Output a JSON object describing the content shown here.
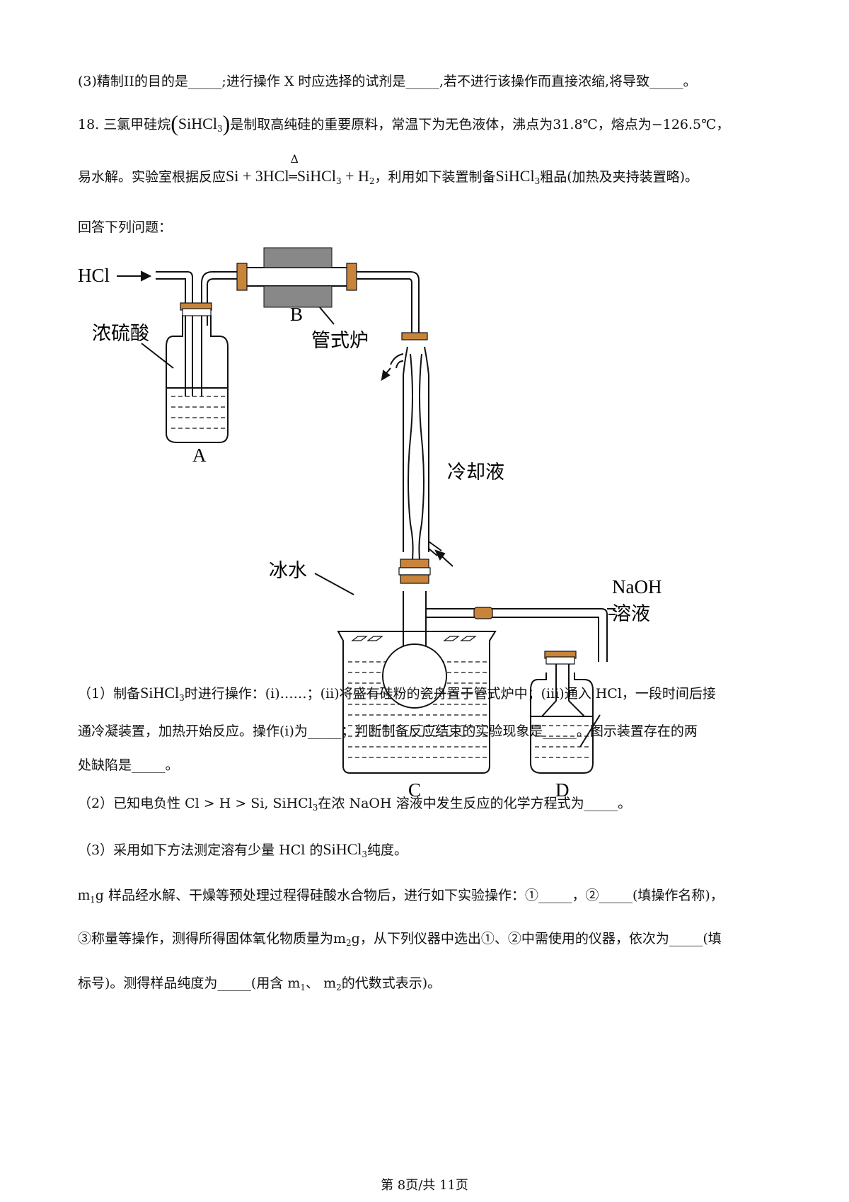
{
  "lines": {
    "l1": "(3)精制II的目的是_____;进行操作 X 时应选择的试剂是_____,若不进行该操作而直接浓缩,将导致_____。",
    "l2a": "18. 三氯甲硅烷",
    "l2f": "SiHCl",
    "l2b": "是制取高纯硅的重要原料，常温下为无色液体，沸点为31.8℃，熔点为−126.5℃，",
    "l3a": "易水解。实验室根据反应",
    "l3eq1": "Si + 3HCl",
    "l3delta": "Δ",
    "l3eq2": "SiHCl",
    "l3eq3": " + H",
    "l3b": "，利用如下装置制备",
    "l3f": "SiHCl",
    "l3c": "粗品(加热及夹持装置略)。",
    "l4": "回答下列问题：",
    "q1a": "（1）制备",
    "q1f": "SiHCl",
    "q1b": "时进行操作：(i)……；(ii)将盛有硅粉的瓷舟置于管式炉中；(iii)通入 HCl，一段时间后接",
    "q1c": "通冷凝装置，加热开始反应。操作(i)为_____；判断制备反应结束的实验现象是_____。图示装置存在的两",
    "q1d": "处缺陷是_____。",
    "q2a": "（2）已知电负性 Cl > H > Si, SiHCl",
    "q2b": "在浓 NaOH 溶液中发生反应的化学方程式为_____。",
    "q3a": "（3）采用如下方法测定溶有少量 HCl 的",
    "q3f": "SiHCl",
    "q3b": "纯度。",
    "m1a": "m",
    "m1b": "g 样品经水解、干燥等预处理过程得硅酸水合物后，进行如下实验操作：①_____，②_____(填操作名称)，",
    "m2a": "③称量等操作，测得所得固体氧化物质量为m",
    "m2b": "g，从下列仪器中选出①、②中需使用的仪器，依次为_____(填",
    "m3a": "标号)。测得样品纯度为_____(用含 m",
    "m3b": "、 m",
    "m3c": "的代数式表示)。",
    "sub3": "3",
    "sub2": "2",
    "sub1": "1"
  },
  "diagram": {
    "hcl": "HCl",
    "a": "A",
    "b": "B",
    "c": "C",
    "d": "D",
    "acid": "浓硫酸",
    "furnace": "管式炉",
    "coolant": "冷却液",
    "ice": "冰水",
    "naoh": "NaOH",
    "solution": "溶液"
  },
  "colors": {
    "stopper": "#c8843a",
    "furnace": "#8a8a8a"
  },
  "footer": "第 8页/共 11页"
}
